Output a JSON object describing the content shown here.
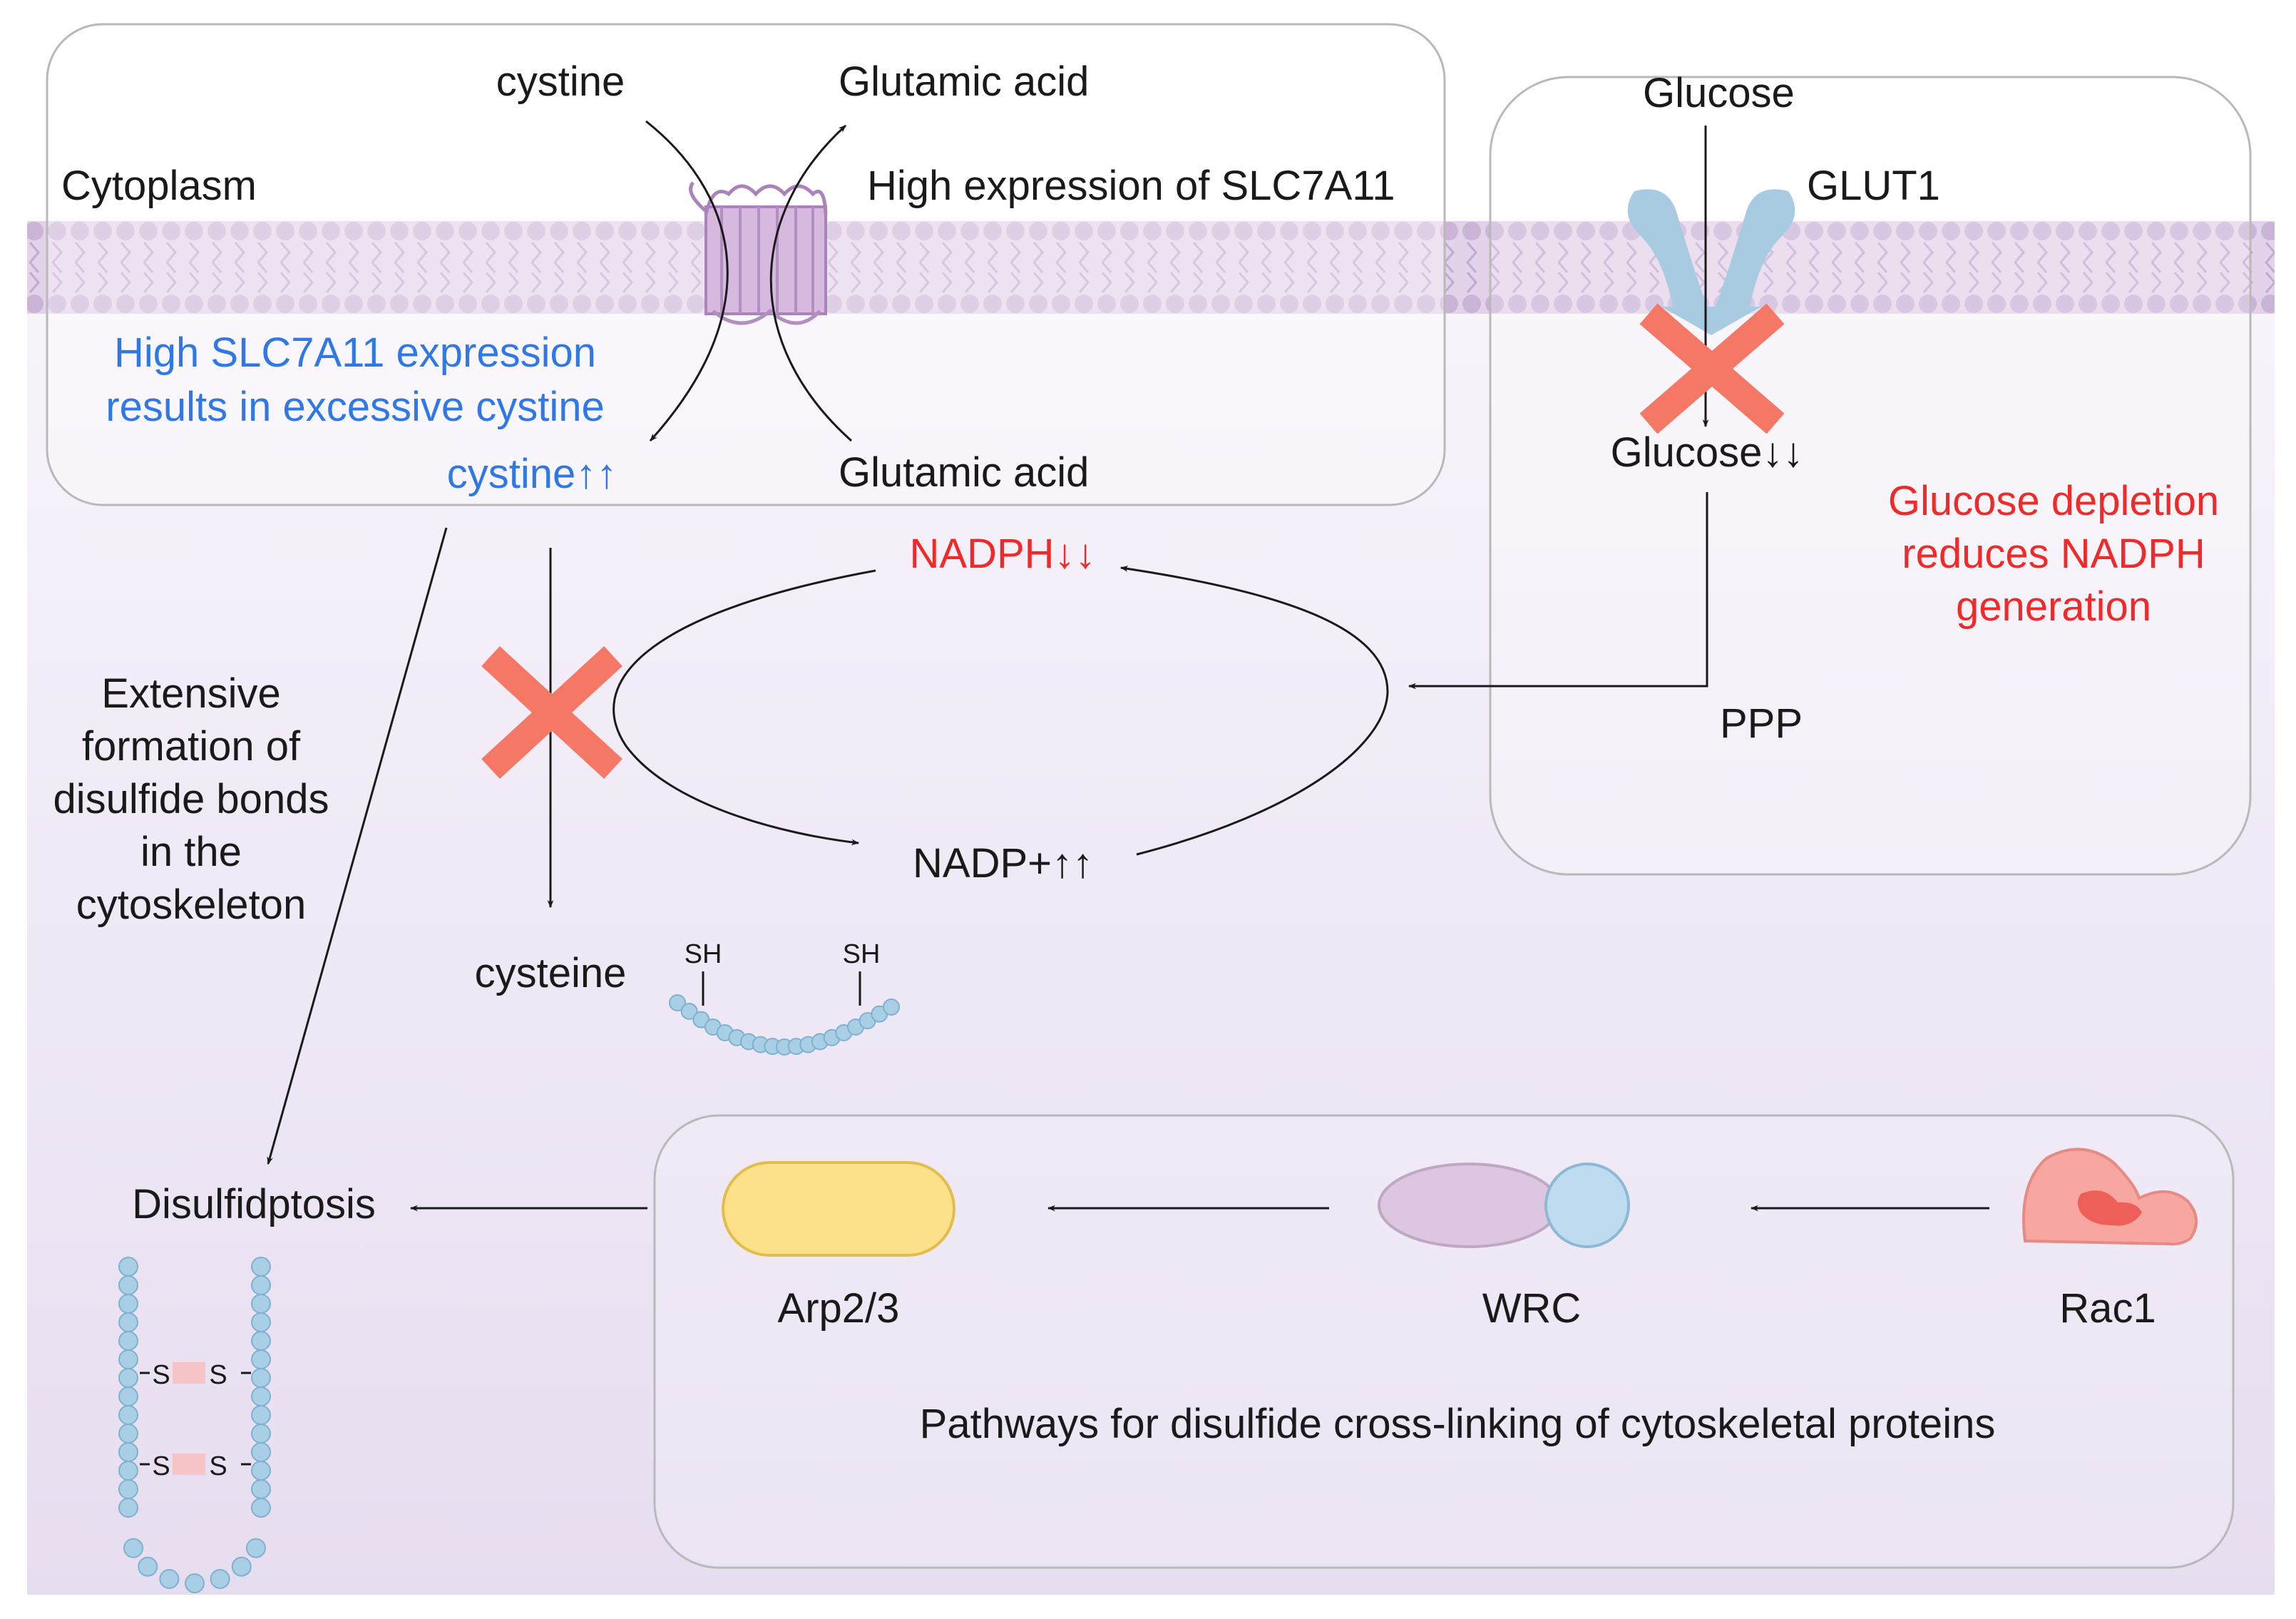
{
  "colors": {
    "background_top": "#fbf9fd",
    "background_bottom": "#e7ddf0",
    "membrane": "#cbb5d6",
    "membrane_bead": "#dcc8e6",
    "cross": "#f57766",
    "blue_text": "#2f78e6",
    "red_text": "#ee2a2a",
    "bead": "#a8cfe6",
    "disulfide_link": "#f6c3c6",
    "arp_fill": "#fde08a",
    "wrc_body": "#dcc6e0",
    "wrc_head": "#bedcf0",
    "rac1_fill": "#f7a7a0",
    "glut1_fill": "#a9cbe2"
  },
  "icons": [
    "transporter-icon",
    "glut1-icon",
    "red-x-icon",
    "arp23-icon",
    "wrc-icon",
    "rac1-icon",
    "cysteine-chain-icon",
    "disulfide-chain-icon"
  ],
  "labels": {
    "cystine": "cystine",
    "glutamic_acid_top": "Glutamic acid",
    "cytoplasm": "Cytoplasm",
    "high_expression": "High expression of SLC7A11",
    "blue_note_line1": "High SLC7A11 expression",
    "blue_note_line2": "results in excessive cystine",
    "cystine_up": "cystine↑↑",
    "glutamic_acid_bottom": "Glutamic acid",
    "glucose": "Glucose",
    "glut1": "GLUT1",
    "glucose_down": "Glucose↓↓",
    "red_note_line1": "Glucose depletion",
    "red_note_line2": "reduces NADPH",
    "red_note_line3": "generation",
    "nadph": "NADPH↓↓",
    "nadp": "NADP+↑↑",
    "ppp": "PPP",
    "extensive_line1": "Extensive",
    "extensive_line2": "formation of",
    "extensive_line3": "disulfide bonds",
    "extensive_line4": "in the",
    "extensive_line5": "cytoskeleton",
    "cysteine": "cysteine",
    "sh_left": "SH",
    "sh_right": "SH",
    "disulfidptosis": "Disulfidptosis",
    "s1": "S",
    "s2": "S",
    "s3": "S",
    "s4": "S",
    "arp23": "Arp2/3",
    "wrc": "WRC",
    "rac1": "Rac1",
    "pathways": "Pathways for disulfide cross-linking of cytoskeletal proteins"
  }
}
